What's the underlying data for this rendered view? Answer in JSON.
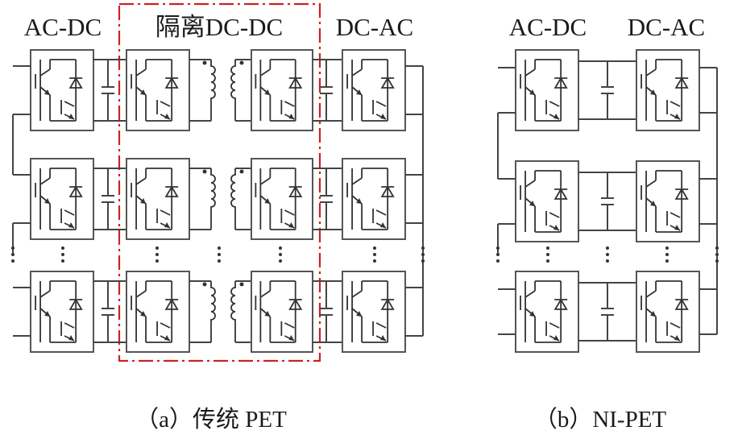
{
  "diagrams": [
    {
      "id": "traditional-pet",
      "headers": [
        "AC-DC",
        "隔离DC-DC",
        "DC-AC"
      ],
      "caption": "（a）传统 PET"
    },
    {
      "id": "ni-pet",
      "headers": [
        "AC-DC",
        "DC-AC"
      ],
      "caption": "（b）NI-PET"
    }
  ],
  "colors": {
    "line": "#444444",
    "isolation_boundary": "#cc2222",
    "text": "#1a1a1a"
  },
  "icons": [
    "igbt-bridge-icon",
    "capacitor-icon",
    "transformer-icon",
    "ellipsis-dots-icon"
  ]
}
